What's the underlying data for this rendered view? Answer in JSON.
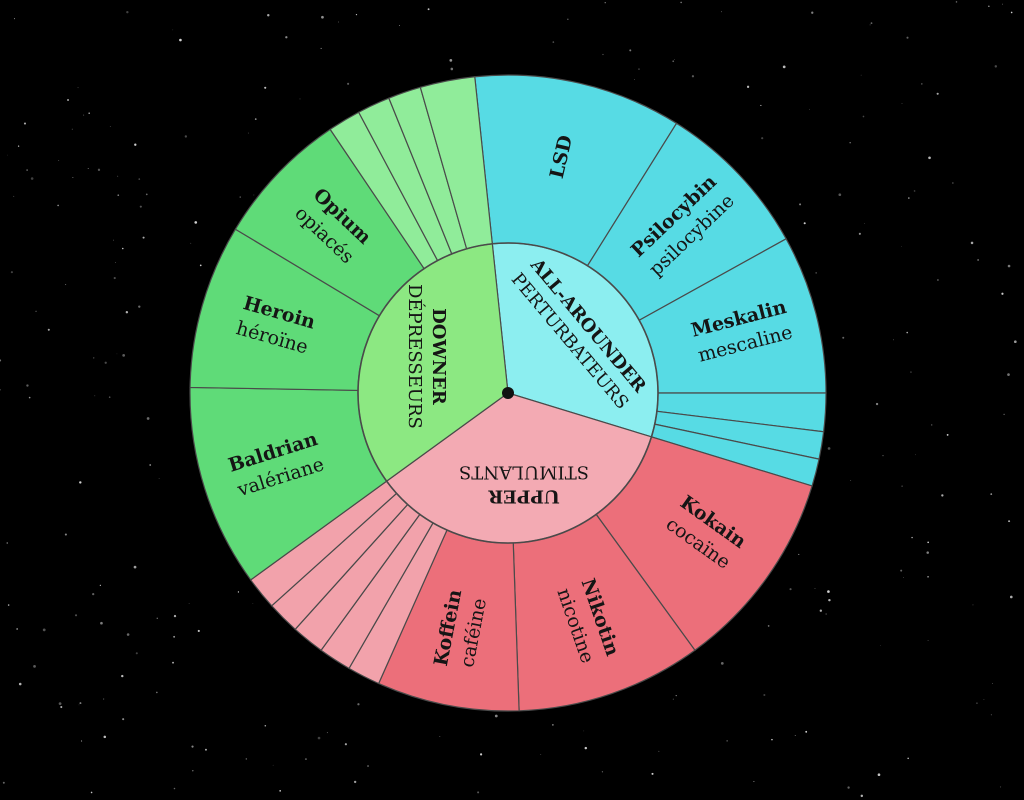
{
  "colors": {
    "background": "#000000",
    "star": "#ffffff",
    "green_outer": "#5fdb78",
    "green_light": "#90ec9a",
    "green_inner": "#8ce882",
    "cyan_outer": "#57dbe4",
    "cyan_inner": "#8ceef0",
    "pink_outer": "#ec6f7a",
    "pink_light": "#f2a2ab",
    "pink_inner": "#f3aab3",
    "divider": "#4a4a4a",
    "center_dot": "#111111"
  },
  "categories": [
    {
      "key": "downer",
      "name": "DOWNER",
      "subname": "DÉPRESSEURS",
      "color": "green_inner"
    },
    {
      "key": "allarounder",
      "name": "ALL-AROUNDER",
      "subname": "PERTURBATEURS",
      "color": "cyan_inner"
    },
    {
      "key": "upper",
      "name": "UPPER",
      "subname": "STIMULANTS",
      "color": "pink_inner"
    }
  ],
  "substances": [
    {
      "category": "allarounder",
      "name": "LSD",
      "subname": "",
      "color": "cyan_outer"
    },
    {
      "category": "allarounder",
      "name": "Psilocybin",
      "subname": "psilocybine",
      "color": "cyan_outer"
    },
    {
      "category": "allarounder",
      "name": "Meskalin",
      "subname": "mescaline",
      "color": "cyan_outer"
    },
    {
      "category": "upper",
      "name": "Kokain",
      "subname": "cocaïne",
      "color": "pink_outer"
    },
    {
      "category": "upper",
      "name": "Nikotin",
      "subname": "nicotine",
      "color": "pink_outer"
    },
    {
      "category": "upper",
      "name": "Koffein",
      "subname": "caféine",
      "color": "pink_outer"
    },
    {
      "category": "downer",
      "name": "Baldrian",
      "subname": "valériane",
      "color": "green_outer"
    },
    {
      "category": "downer",
      "name": "Heroin",
      "subname": "héroïne",
      "color": "green_outer"
    },
    {
      "category": "downer",
      "name": "Opium",
      "subname": "opiacés",
      "color": "green_outer"
    }
  ]
}
